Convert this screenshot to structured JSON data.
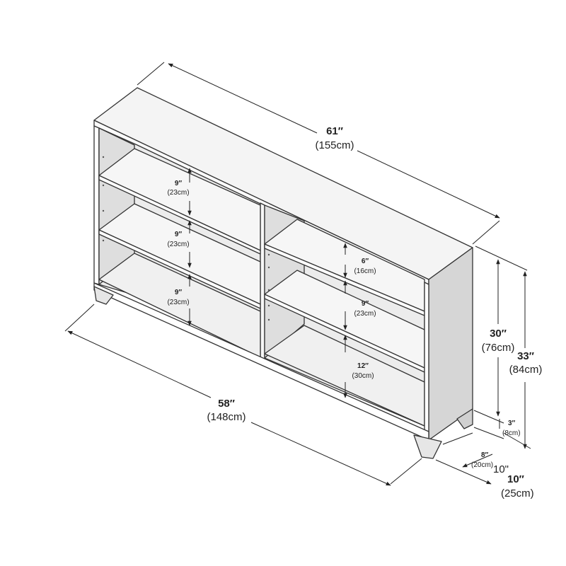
{
  "dimensions": {
    "overall_width": {
      "imperial": "61″",
      "metric": "(155cm)"
    },
    "front_width": {
      "imperial": "58″",
      "metric": "(148cm)"
    },
    "top_height": {
      "imperial": "33″",
      "metric": "(84cm)"
    },
    "body_height": {
      "imperial": "30″",
      "metric": "(76cm)"
    },
    "leg_height": {
      "imperial": "3″",
      "metric": "(8cm)"
    },
    "leg_depth": {
      "imperial": "8″",
      "metric": "(20cm)"
    },
    "depth": {
      "imperial": "10″",
      "metric": "(25cm)",
      "extra_label": "10\""
    },
    "left_shelf_1": {
      "imperial": "9″",
      "metric": "(23cm)"
    },
    "left_shelf_2": {
      "imperial": "9″",
      "metric": "(23cm)"
    },
    "left_shelf_3": {
      "imperial": "9″",
      "metric": "(23cm)"
    },
    "right_shelf_1": {
      "imperial": "6″",
      "metric": "(16cm)"
    },
    "right_shelf_2": {
      "imperial": "9″",
      "metric": "(23cm)"
    },
    "right_shelf_3": {
      "imperial": "12″",
      "metric": "(30cm)"
    }
  },
  "colors": {
    "top_fill": "#f4f4f4",
    "front_fill": "#ffffff",
    "side_fill": "#d9d9d9",
    "interior_fill": "#ececec",
    "shadow_fill": "#cfcfcf",
    "line": "#333333"
  }
}
